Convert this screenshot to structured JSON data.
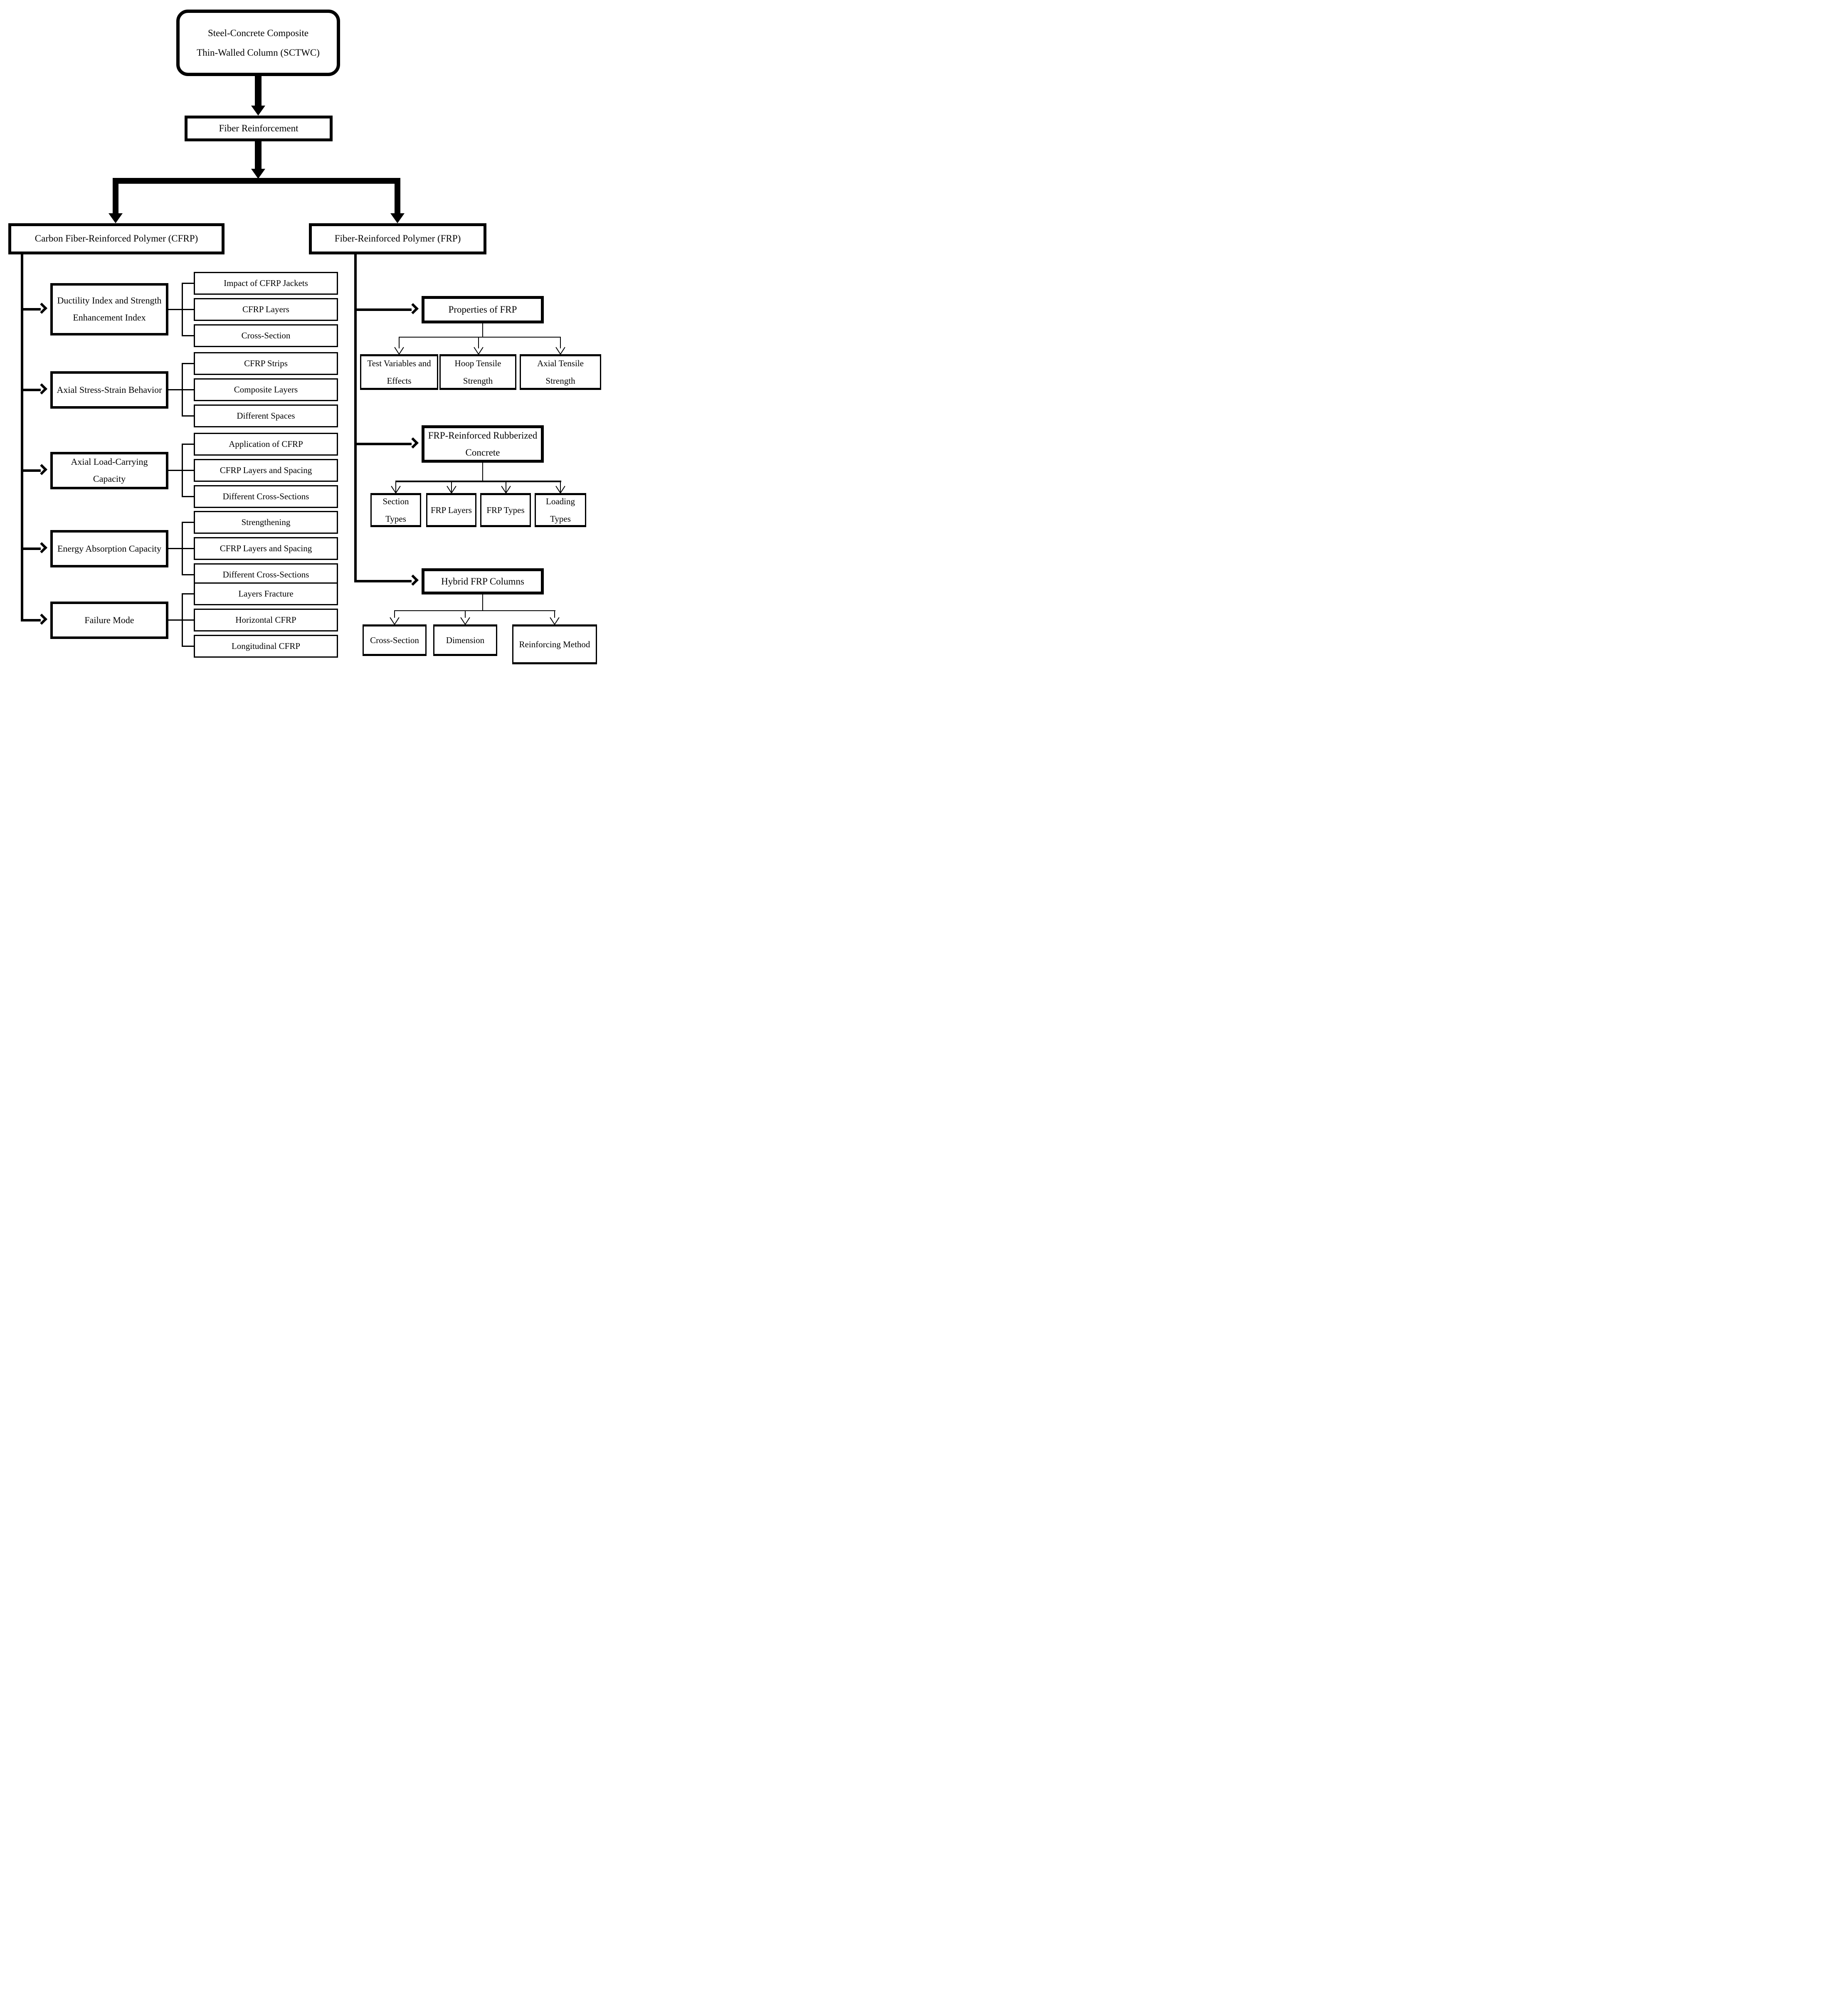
{
  "diagram_title": "SCTWC fiber reinforcement literature map",
  "colors": {
    "line": "#000000",
    "background": "#ffffff",
    "text": "#000000"
  },
  "nodes": {
    "root": {
      "label": "Steel-Concrete Composite Thin-Walled Column (SCTWC)"
    },
    "fiber": {
      "label": "Fiber Reinforcement"
    },
    "cfrp": {
      "label": "Carbon Fiber-Reinforced Polymer (CFRP)"
    },
    "frp": {
      "label": "Fiber-Reinforced Polymer (FRP)"
    }
  },
  "cfrp_groups": [
    {
      "label": "Ductility Index and Strength Enhancement Index",
      "children": [
        "Impact of CFRP Jackets",
        "CFRP Layers",
        "Cross-Section"
      ]
    },
    {
      "label": "Axial Stress-Strain Behavior",
      "children": [
        "CFRP Strips",
        "Composite Layers",
        "Different Spaces"
      ]
    },
    {
      "label": "Axial Load-Carrying Capacity",
      "children": [
        "Application of CFRP",
        "CFRP Layers and Spacing",
        "Different Cross-Sections"
      ]
    },
    {
      "label": "Energy Absorption Capacity",
      "children": [
        "Strengthening",
        "CFRP Layers and Spacing",
        "Different Cross-Sections"
      ]
    },
    {
      "label": "Failure Mode",
      "children": [
        "Layers Fracture",
        "Horizontal CFRP",
        "Longitudinal CFRP"
      ]
    }
  ],
  "frp_groups": [
    {
      "label": "Properties of FRP",
      "children": [
        "Test Variables and Effects",
        "Hoop Tensile Strength",
        "Axial Tensile Strength"
      ]
    },
    {
      "label": "FRP-Reinforced Rubberized Concrete",
      "children": [
        "Section Types",
        "FRP Layers",
        "FRP Types",
        "Loading Types"
      ]
    },
    {
      "label": "Hybrid FRP Columns",
      "children": [
        "Cross-Section",
        "Dimension",
        "Reinforcing Method"
      ]
    }
  ]
}
